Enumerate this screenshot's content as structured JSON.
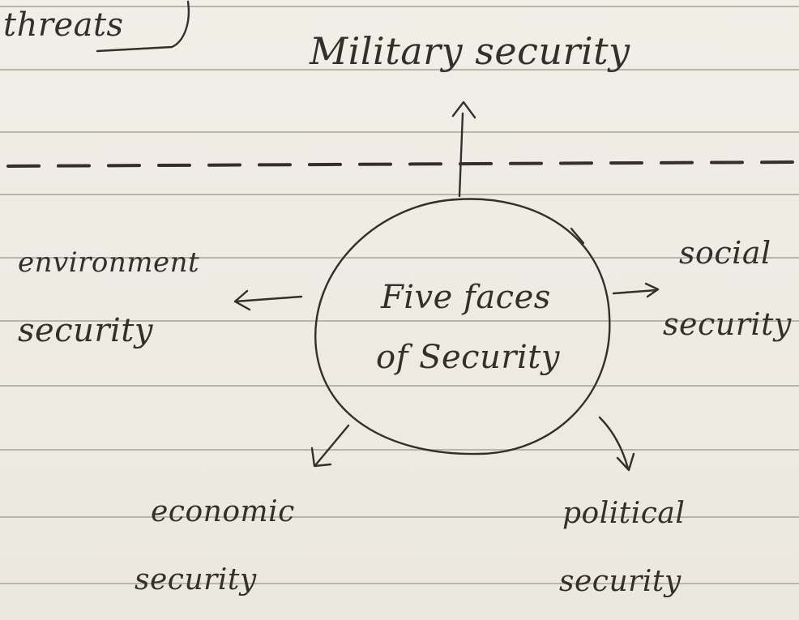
{
  "notes": {
    "corner_fragment": "threats",
    "top_node": "Military security",
    "center": [
      "Five faces",
      "of Security"
    ],
    "left_node": [
      "environment",
      "security"
    ],
    "right_node": [
      "social",
      "security"
    ],
    "bottom_left_node": [
      "economic",
      "security"
    ],
    "bottom_right_node": [
      "political",
      "security"
    ]
  },
  "colors": {
    "paper": "#eeebe3",
    "ruled_line": "#b7b3aa",
    "ink": "#33302c"
  }
}
